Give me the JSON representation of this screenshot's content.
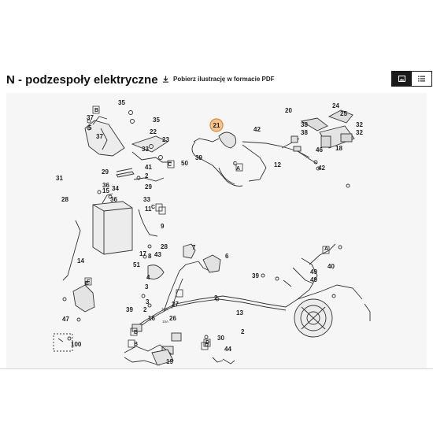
{
  "header": {
    "title": "N - podzespoły elektryczne",
    "download_label": "Pobierz ilustrację w formacie PDF",
    "download_icon": "download-icon",
    "view_toggle": [
      {
        "name": "image-view-icon",
        "active": true
      },
      {
        "name": "list-view-icon",
        "active": false
      }
    ]
  },
  "diagram": {
    "highlighted_part": "21",
    "part_numbers": [
      "35",
      "20",
      "24",
      "B",
      "25",
      "37",
      "35",
      "21",
      "32",
      "42",
      "38",
      "32",
      "22",
      "38",
      "5",
      "37",
      "46",
      "23",
      "18",
      "33",
      "39",
      "42",
      "41",
      "50",
      "C",
      "C",
      "12",
      "A",
      "2",
      "29",
      "31",
      "36",
      "15",
      "34",
      "28",
      "36",
      "29",
      "33",
      "11",
      "C",
      "E",
      "9",
      "28",
      "7",
      "14",
      "43",
      "40",
      "17",
      "6",
      "A",
      "51",
      "4",
      "3",
      "2",
      "49",
      "39",
      "49",
      "E",
      "8",
      "47",
      "27",
      "3",
      "2",
      "16",
      "39",
      "26",
      "13",
      "B",
      "D",
      "B",
      "D",
      "30",
      "100",
      "19",
      "44",
      "2"
    ],
    "box_labels": [
      "B",
      "C",
      "C",
      "A",
      "C",
      "A",
      "E",
      "E",
      "B",
      "D",
      "B",
      "D"
    ],
    "small_labels": [
      "10A",
      "15A"
    ],
    "boxed_number": "100"
  }
}
